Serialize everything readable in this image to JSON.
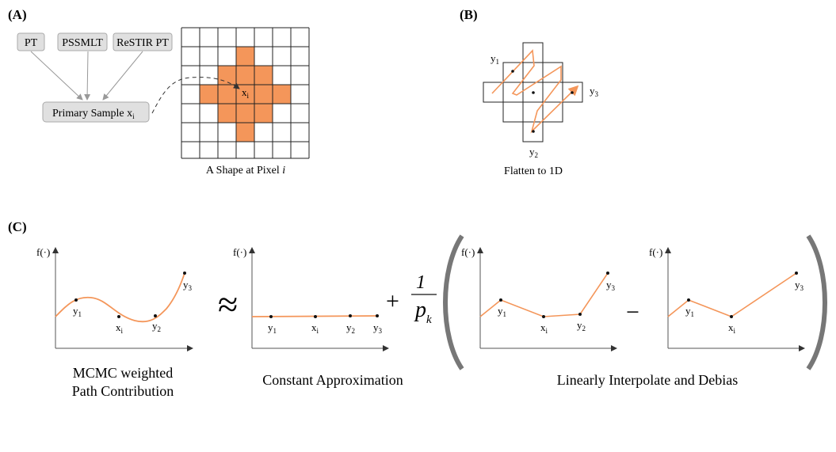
{
  "panel_a": {
    "label": "(A)",
    "sources": [
      "PT",
      "PSSMLT",
      "ReSTIR PT"
    ],
    "primary_sample": "Primary Sample x",
    "primary_sub": "i",
    "point_label": "x",
    "point_sub": "i",
    "caption": "A Shape at Pixel ",
    "caption_italic": "i"
  },
  "panel_b": {
    "label": "(B)",
    "y1": "y",
    "y1_sub": "1",
    "y2": "y",
    "y2_sub": "2",
    "y3": "y",
    "y3_sub": "3",
    "caption": "Flatten to 1D"
  },
  "panel_c": {
    "label": "(C)",
    "f_label": "f(·)",
    "approx_symbol": "≈",
    "plus_symbol": "+",
    "frac_num": "1",
    "frac_den": "p",
    "frac_den_sub": "k",
    "minus_symbol": "−",
    "caption1_line1": "MCMC weighted",
    "caption1_line2": "Path Contribution",
    "caption2": "Constant Approximation",
    "caption3": "Linearly Interpolate and Debias",
    "pt_y": "y",
    "pt_x": "x",
    "sub1": "1",
    "sub2": "2",
    "sub3": "3",
    "subi": "i"
  },
  "colors": {
    "accent": "#f4965a",
    "curve": "#f4965a",
    "box_fill": "#e0e0e0",
    "axis": "#555555",
    "bracket": "#777777"
  }
}
